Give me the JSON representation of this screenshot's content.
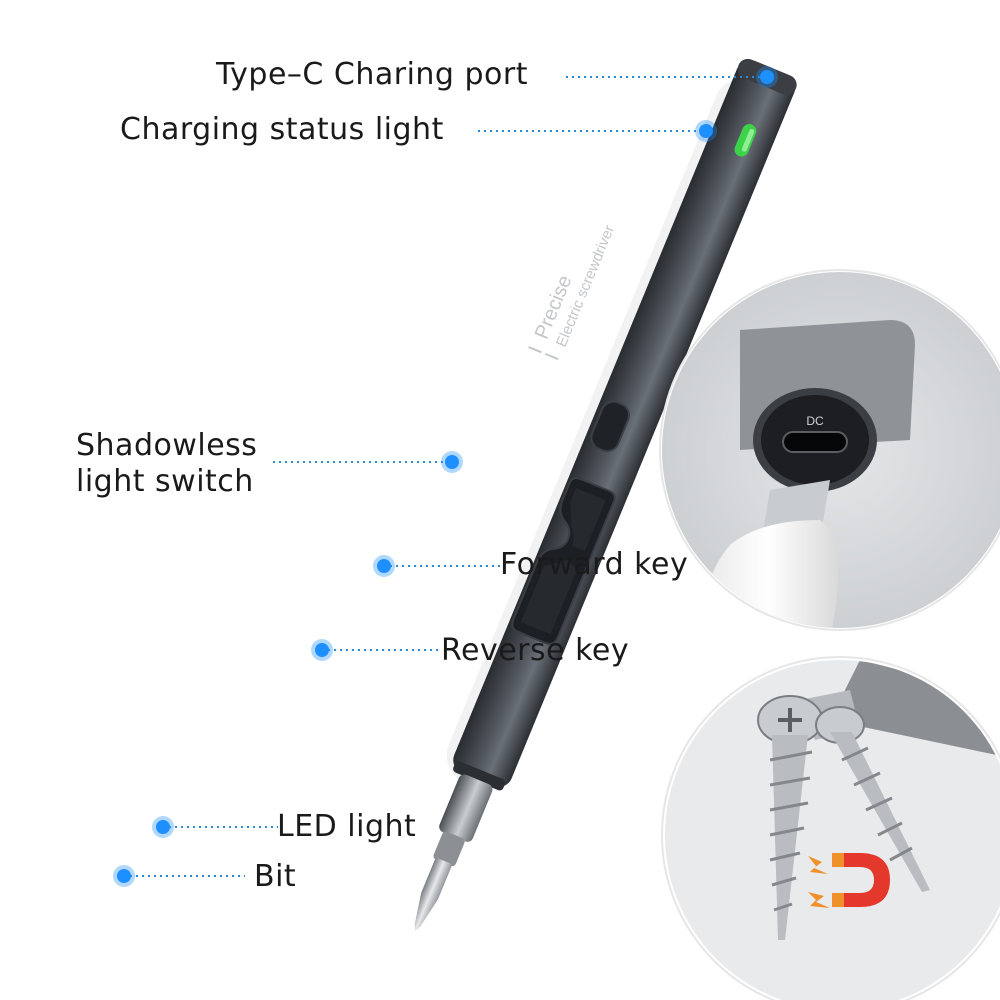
{
  "callouts": {
    "type_c_port": "Type–C Charing port",
    "charging_status_light": "Charging status light",
    "shadowless_switch": [
      "Shadowless",
      "light switch"
    ],
    "forward_key": "Forward key",
    "reverse_key": "Reverse key",
    "led_light": "LED light",
    "bit": "Bit"
  },
  "body_print": {
    "line1": "Precise",
    "line2": "Electric screwdriver"
  },
  "inset_dc": {
    "port_label": "DC"
  },
  "colors": {
    "dot": "#1e8fff",
    "dotted_line": "#2a8ad8",
    "body": "#5a5f66",
    "status_light": "#3cd34a",
    "magnet_red": "#e5382c",
    "magnet_orange": "#f0902a"
  },
  "icons": [
    "magnet-icon",
    "lightning-icon"
  ]
}
